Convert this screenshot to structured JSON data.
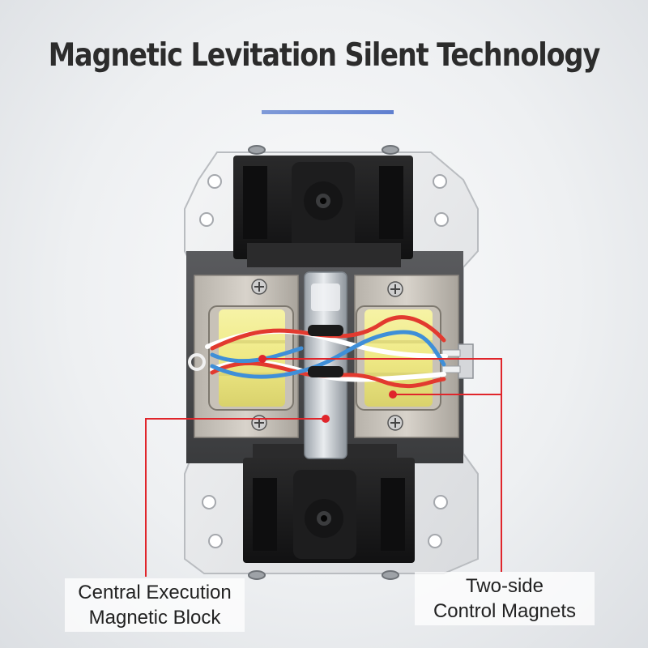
{
  "header": {
    "title": "Magnetic Levitation Silent Technology"
  },
  "callouts": {
    "central_line1": "Central Execution",
    "central_line2": "Magnetic Block",
    "side_line1": "Two-side",
    "side_line2": "Control Magnets"
  },
  "colors": {
    "accent_underline": "#6f8ed6",
    "callout_line": "#e0252b",
    "coil_yellow": "#f1ef8e",
    "wire_red": "#e23a2f",
    "wire_blue": "#3f8fd8"
  }
}
